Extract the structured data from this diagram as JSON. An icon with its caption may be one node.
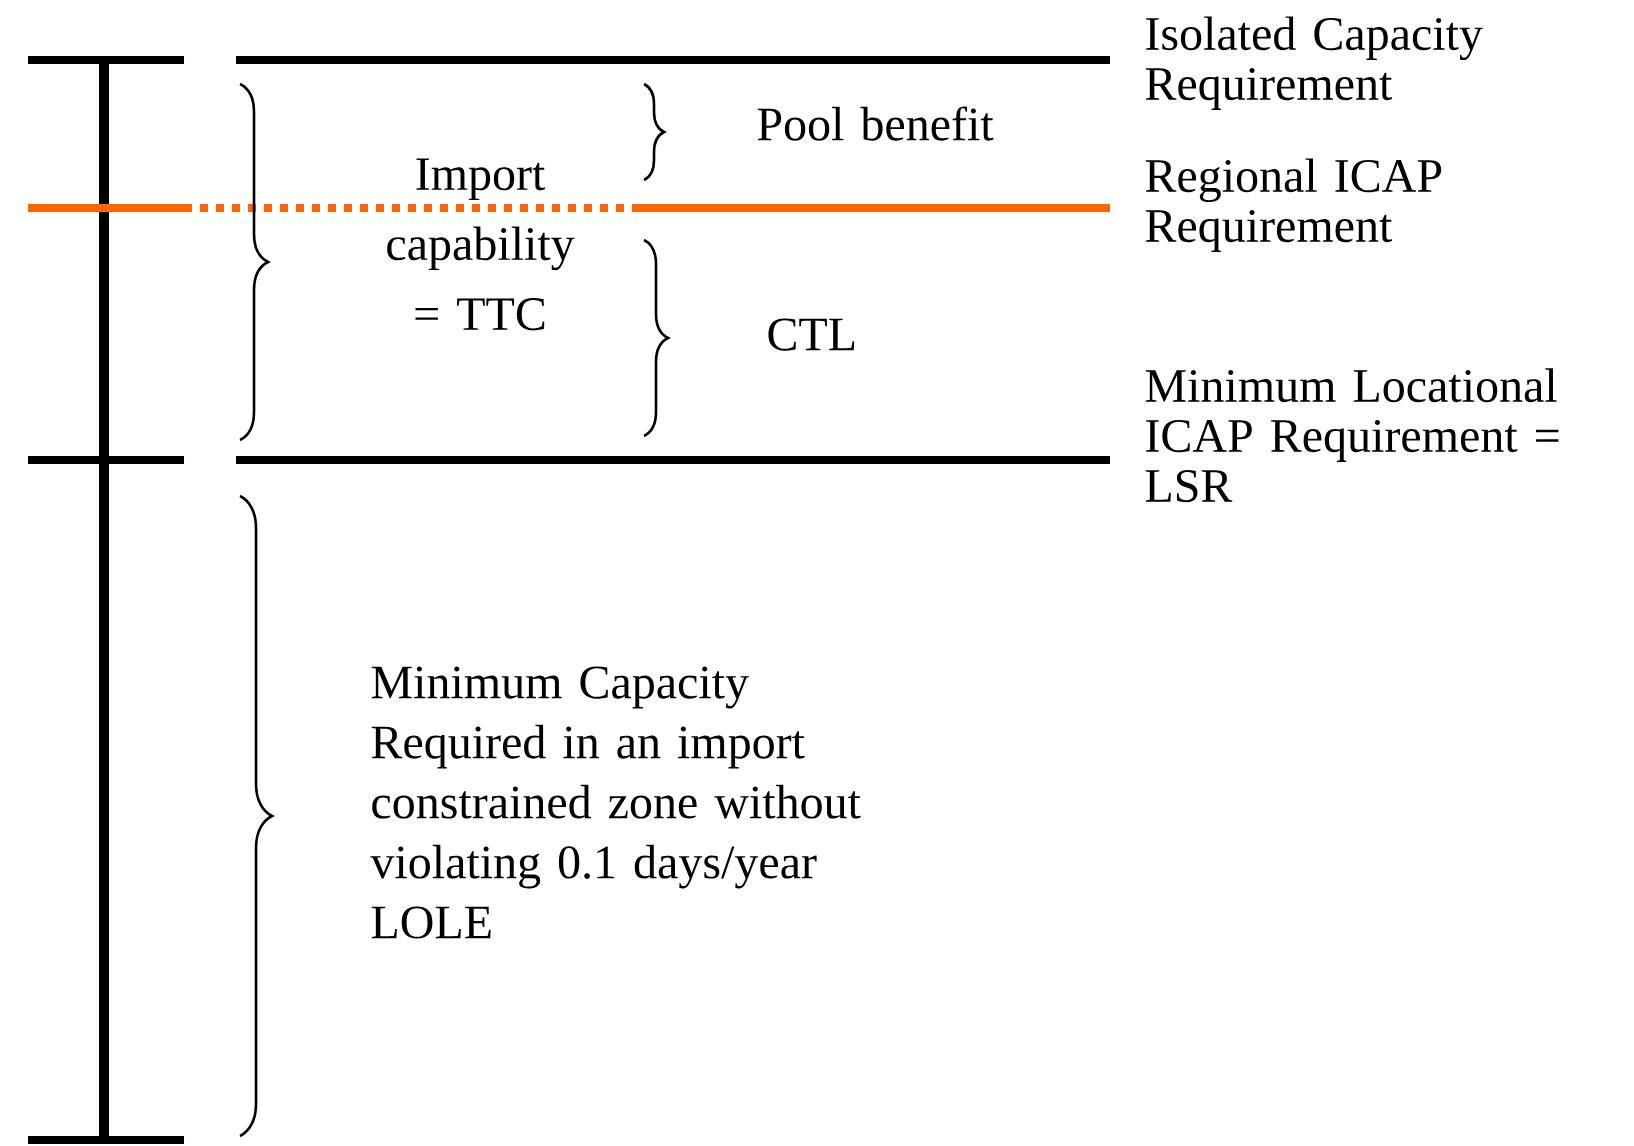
{
  "diagram": {
    "labels": [
      "Isolated Capacity Requirement",
      "Pool benefit",
      "Import capability = TTC",
      "Regional ICAP Requirement",
      "CTL",
      "Minimum Locational ICAP Requirement = LSR",
      "Minimum Capacity Required in an import constrained zone without violating 0.1 days/year LOLE"
    ]
  }
}
